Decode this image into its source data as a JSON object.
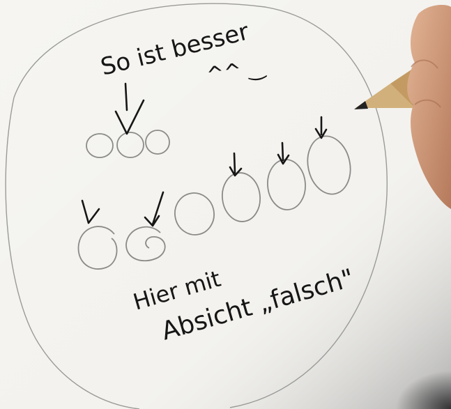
{
  "photo": {
    "subject": "handwritten-sketch-on-paper",
    "annotations": {
      "top_note": "So ist besser",
      "smiley": "^^ ‿",
      "bottom_note_line1": "Hier mit",
      "bottom_note_line2": "Absicht „falsch\""
    },
    "colors": {
      "paper": "#f3f2ee",
      "ink": "#161616",
      "pencil_circles": "#8a8a88",
      "skin": "#d9a585",
      "pencil_wood": "#d2b07b"
    }
  }
}
